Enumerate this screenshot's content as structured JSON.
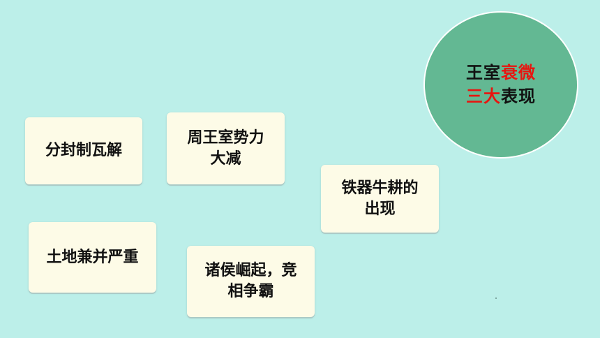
{
  "colors": {
    "background": "#bcefe9",
    "card": "#fdfbe7",
    "circle": "#63b893",
    "highlight": "#e8140f",
    "text": "#111111"
  },
  "title_circle": {
    "line1_part1": "王室",
    "line1_part2": "衰微",
    "line2_part1": "三大",
    "line2_part2": "表现"
  },
  "cards": [
    {
      "text": "分封制瓦解"
    },
    {
      "text": "周王室势力\n大减"
    },
    {
      "text": "铁器牛耕的\n出现"
    },
    {
      "text": "土地兼并严重"
    },
    {
      "text": "诸侯崛起，竞\n相争霸"
    }
  ]
}
